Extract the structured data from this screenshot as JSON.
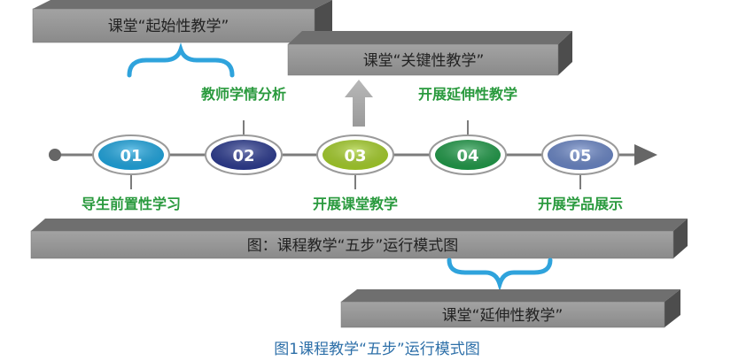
{
  "boxes": {
    "start": "课堂“起始性教学”",
    "key": "课堂“关键性教学”",
    "figure": "图：课程教学“五步”运行模式图",
    "extend": "课堂“延伸性教学”"
  },
  "steps": [
    {
      "num": "01",
      "label": "导生前置性学习",
      "color": "#1ea6e0"
    },
    {
      "num": "02",
      "label": "教师学情分析",
      "color": "#2b3a8f"
    },
    {
      "num": "03",
      "label": "开展课堂教学",
      "color": "#a6cf2a"
    },
    {
      "num": "04",
      "label": "开展延伸性教学",
      "color": "#1f9a48"
    },
    {
      "num": "05",
      "label": "开展学品展示",
      "color": "#6a86c6"
    }
  ],
  "colors": {
    "label_green": "#2a9a3e",
    "brace_blue": "#2fa3dc",
    "box_face": "#8e8e8e",
    "caption_blue": "#2d6fa8"
  },
  "caption": "图1课程教学“五步”运行模式图"
}
